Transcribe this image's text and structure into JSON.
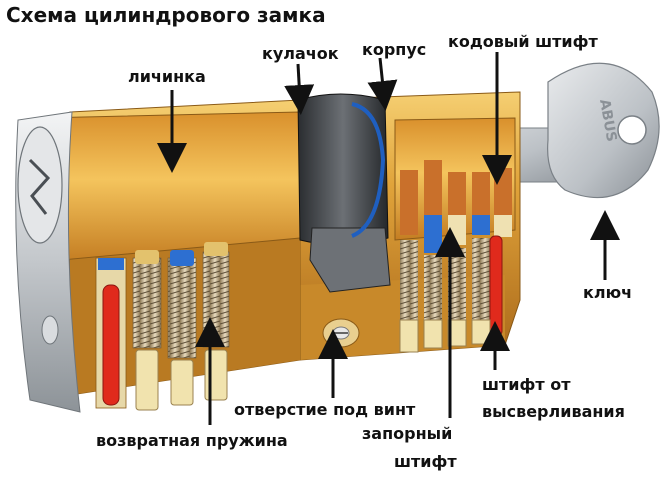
{
  "title": "Схема цилиндрового замка",
  "labels": {
    "lichinka": "личинка",
    "kulachok": "кулачок",
    "korpus": "корпус",
    "kodovy_shtift": "кодовый штифт",
    "klyuch": "ключ",
    "shtift_ot_1": "штифт от",
    "shtift_ot_2": "высверливания",
    "otverstie": "отверстие под винт",
    "zapornyi_1": "запорный",
    "zapornyi_2": "штифт",
    "pruzhina": "возвратная пружина"
  },
  "key_brand": "ABUS",
  "colors": {
    "brass": "#e0a33a",
    "brass_dark": "#b8771c",
    "steel": "#c9cdd1",
    "blue_pin": "#2d6fd1",
    "red_pin": "#e02a1c",
    "copper_pin": "#c9702b"
  }
}
